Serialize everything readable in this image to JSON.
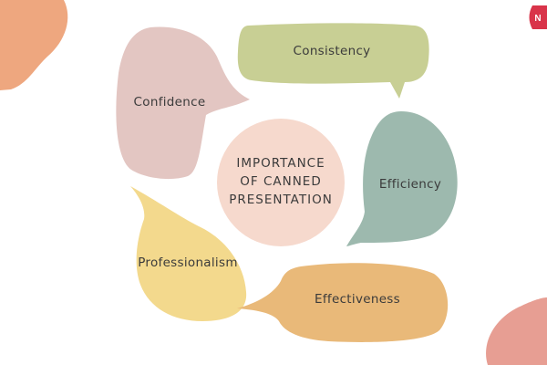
{
  "center": {
    "lines": [
      "IMPORTANCE",
      "OF CANNED",
      "PRESENTATION"
    ],
    "color": "#f6d9cd"
  },
  "bubbles": {
    "confidence": {
      "label": "Confidence",
      "color": "#e3c6c2"
    },
    "consistency": {
      "label": "Consistency",
      "color": "#c8cf94"
    },
    "efficiency": {
      "label": "Efficiency",
      "color": "#9db9ae"
    },
    "professionalism": {
      "label": "Professionalism",
      "color": "#f3d98d"
    },
    "effectiveness": {
      "label": "Effectiveness",
      "color": "#e9b979"
    }
  },
  "decor": {
    "blob_top_left_color": "#eea77f",
    "blob_bottom_right_color": "#e79e93",
    "logo_color": "#d9344a",
    "logo_text": "N"
  }
}
